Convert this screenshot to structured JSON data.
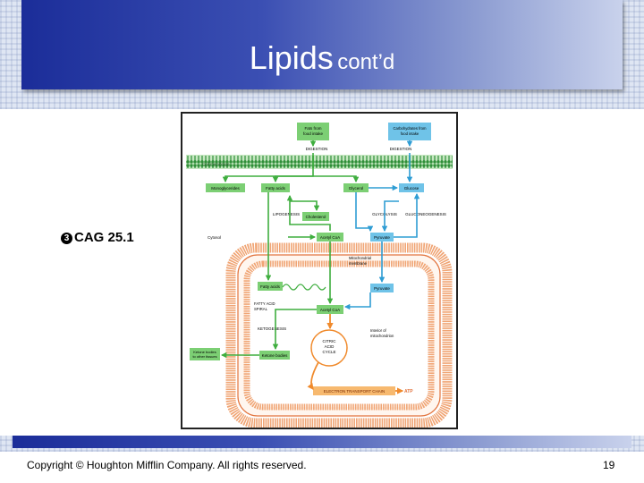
{
  "slide": {
    "title_main": "Lipids",
    "title_sub": "cont’d",
    "bullet_glyph": "3",
    "bullet_text": "CAG 25.1",
    "footer_copyright": "Copyright © Houghton Mifflin Company. All rights reserved.",
    "page_number": "19"
  },
  "colors": {
    "banner_dark": "#1b2d99",
    "membrane": "#f0a575",
    "membrane_dark": "#e2743e",
    "green_box": "#7ccf74",
    "green_arrow": "#3fae3f",
    "blue_box": "#6fc3e8",
    "blue_arrow": "#2f9dd4",
    "orange_arrow": "#f08a2c",
    "etc_box": "#f7b96f"
  },
  "diagram": {
    "top_left_source": [
      "Fats from",
      "food intake"
    ],
    "top_right_source": [
      "Carbohydrates from",
      "food intake"
    ],
    "digestion_left": "DIGESTION",
    "digestion_right": "DIGESTION",
    "cell_membrane_label": "Cell membrane",
    "monoglycerides": "Monoglycerides",
    "fatty_acids_top": "Fatty acids",
    "glycerol": "Glycerol",
    "glucose": "Glucose",
    "lipogenesis": "LIPOGENESIS",
    "glycolysis": "GLYCOLYSIS",
    "gluconeogenesis": "GLUCONEOGENESIS",
    "cholesterol": "Cholesterol",
    "cytosol": "Cytosol",
    "acetyl_coa_top": "Acetyl CoA",
    "pyruvate_top": "Pyruvate",
    "mito_membrane": [
      "Mitochondrial",
      "membrane"
    ],
    "fatty_acids_inner": "Fatty acids",
    "fatty_acid_spiral": [
      "FATTY ACID",
      "SPIRAL"
    ],
    "pyruvate_inner": "Pyruvate",
    "acetyl_coa_inner": "Acetyl CoA",
    "interior_mito": [
      "Interior of",
      "mitochondrion"
    ],
    "ketogenesis": "KETOGENESIS",
    "ketone_bodies_out": [
      "Ketone bodies",
      "to other tissues"
    ],
    "ketone_bodies": "Ketone bodies",
    "citric_cycle": [
      "CITRIC",
      "ACID",
      "CYCLE"
    ],
    "etc": "ELECTRON TRANSPORT CHAIN",
    "atp": "ATP"
  }
}
